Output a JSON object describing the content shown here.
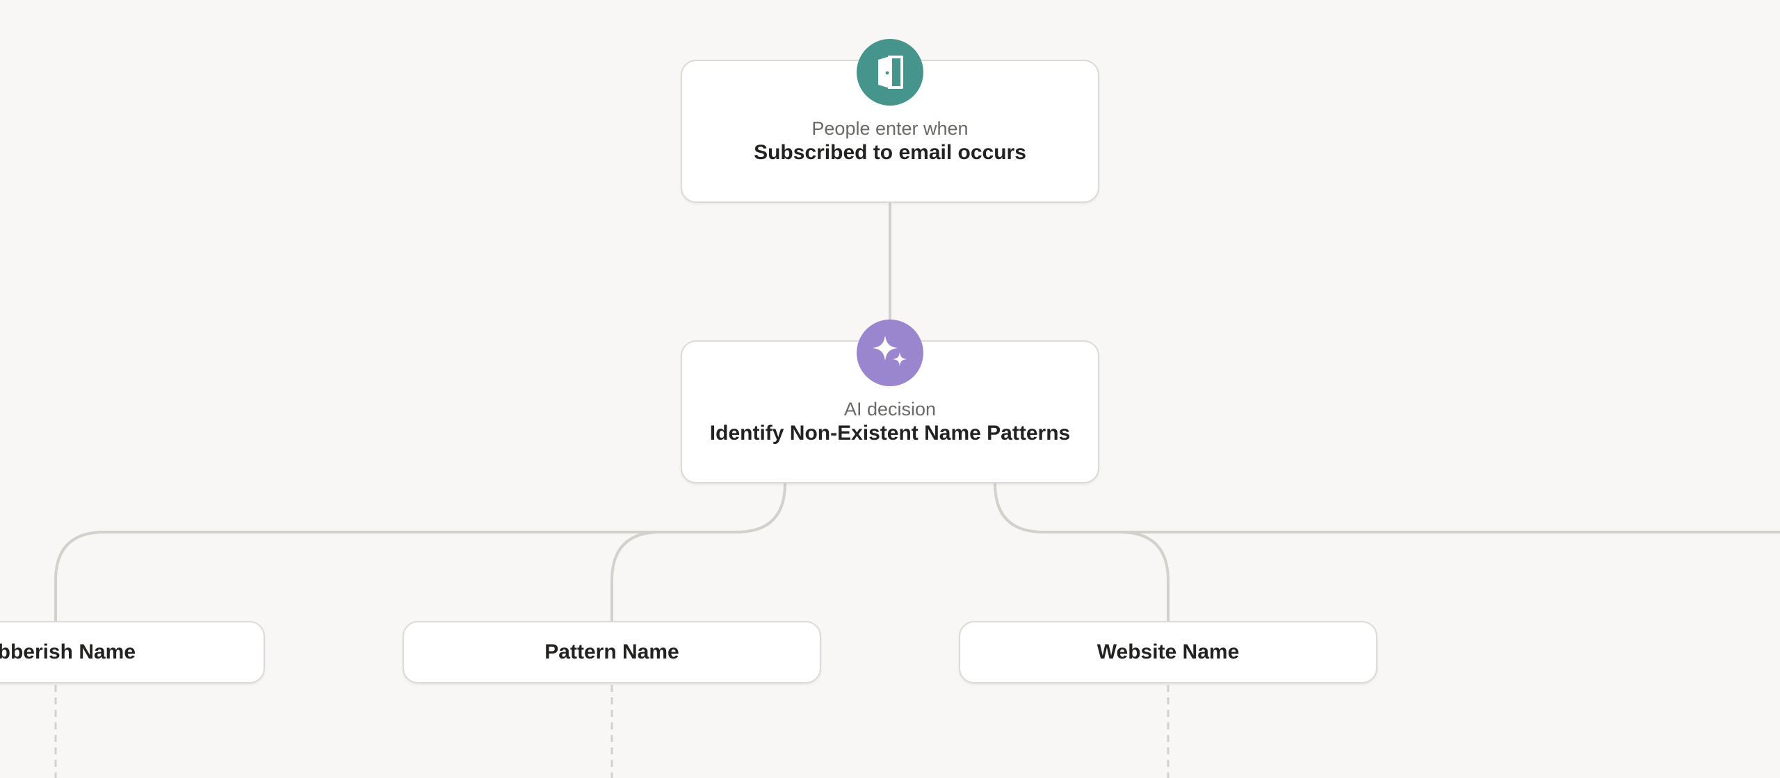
{
  "colors": {
    "background": "#f8f7f5",
    "trigger_badge": "#45958c",
    "ai_badge": "#9a86cf",
    "connector": "#d3d1cc"
  },
  "trigger": {
    "icon": "door-exit-icon",
    "subtitle": "People enter when",
    "title": "Subscribed to email occurs"
  },
  "decision": {
    "icon": "sparkles-icon",
    "subtitle": "AI decision",
    "title": "Identify Non-Existent Name Patterns"
  },
  "branches": [
    {
      "label": "Gibberish Name"
    },
    {
      "label": "Pattern Name"
    },
    {
      "label": "Website Name"
    }
  ]
}
